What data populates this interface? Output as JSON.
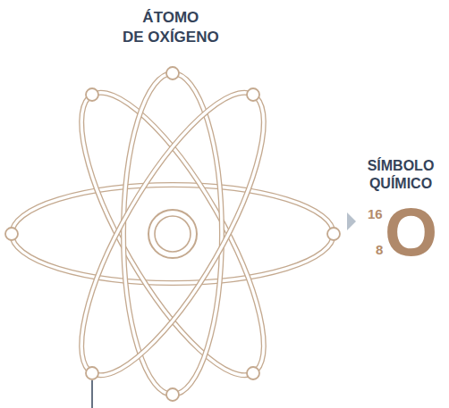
{
  "diagram": {
    "title": "ÁTOMO DE OXÍGENO",
    "labels": [
      "SÍMBOLO QUÍMICO",
      "16",
      "8",
      "O"
    ]
  }
}
